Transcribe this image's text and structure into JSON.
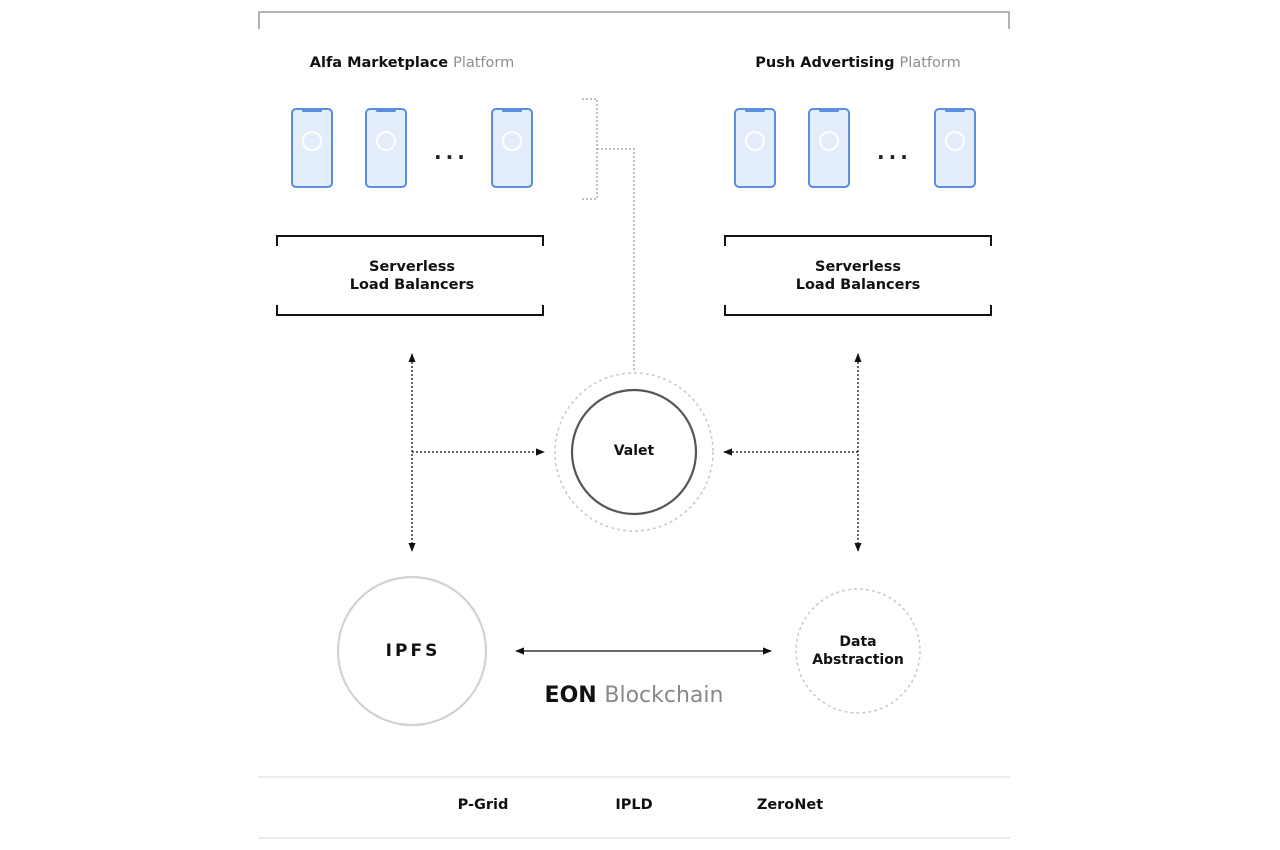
{
  "platforms": {
    "left": {
      "name": "Alfa Marketplace",
      "suffix": "Platform"
    },
    "right": {
      "name": "Push Advertising",
      "suffix": "Platform"
    }
  },
  "devices": {
    "per_platform_shown": 3,
    "ellipsis": "..."
  },
  "load_balancers": {
    "left": {
      "line1": "Serverless",
      "line2": "Load Balancers"
    },
    "right": {
      "line1": "Serverless",
      "line2": "Load Balancers"
    }
  },
  "nodes": {
    "valet": "Valet",
    "ipfs": "IPFS",
    "data_abstraction": {
      "line1": "Data",
      "line2": "Abstraction"
    }
  },
  "blockchain": {
    "name": "EON",
    "suffix": "Blockchain"
  },
  "footer": {
    "items": [
      "P-Grid",
      "IPLD",
      "ZeroNet"
    ]
  },
  "colors": {
    "device_fill": "#e4edfb",
    "device_stroke": "#5a8fe0",
    "line_dark": "#111111",
    "line_gray": "#9a9a9a",
    "circle_light": "#cccccc"
  }
}
